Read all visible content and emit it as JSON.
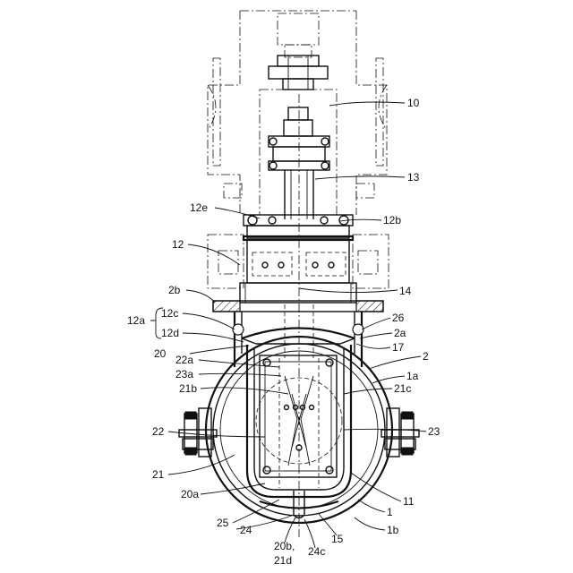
{
  "labels": {
    "l10": "10",
    "l13": "13",
    "l12e": "12e",
    "l12b": "12b",
    "l12": "12",
    "l2b": "2b",
    "l14": "14",
    "l12a": "12a",
    "l12c": "12c",
    "l12d": "12d",
    "l26": "26",
    "l2a": "2a",
    "l17": "17",
    "l20": "20",
    "l2": "2",
    "l22a": "22a",
    "l1a": "1a",
    "l23a": "23a",
    "l21b": "21b",
    "l21c": "21c",
    "l22": "22",
    "l23": "23",
    "l21": "21",
    "l20a": "20a",
    "l11": "11",
    "l1": "1",
    "l25": "25",
    "l24": "24",
    "l1b": "1b",
    "l15": "15",
    "l20b": "20b,",
    "l21d": "21d",
    "l24c": "24c"
  }
}
